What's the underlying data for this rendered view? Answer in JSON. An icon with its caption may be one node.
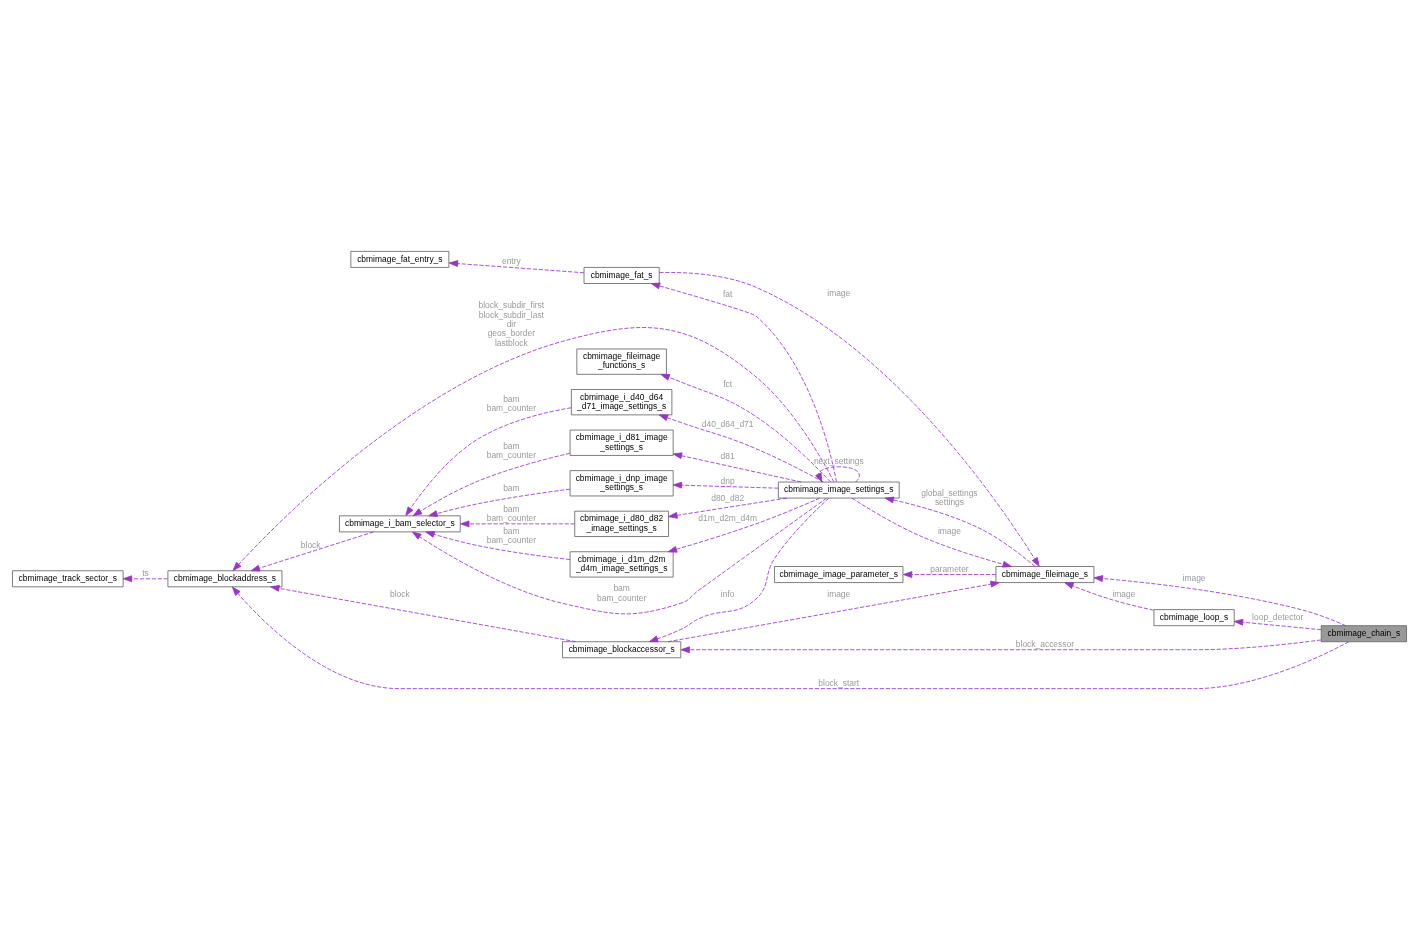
{
  "diagram": {
    "nodes": [
      {
        "text": [
          "cbmimage_chain_s"
        ]
      },
      {
        "text": [
          "cbmimage_image_parameter_s"
        ]
      },
      {
        "text": [
          "cbmimage_loop_s"
        ]
      },
      {
        "text": [
          "cbmimage_fileimage_s"
        ]
      },
      {
        "text": [
          "cbmimage_blockaccessor_s"
        ]
      },
      {
        "text": [
          "cbmimage_track_sector_s"
        ]
      },
      {
        "text": [
          "cbmimage_blockaddress_s"
        ]
      },
      {
        "text": [
          "cbmimage_fat_entry_s"
        ]
      },
      {
        "text": [
          "cbmimage_fileimage _functions_s"
        ]
      },
      {
        "text": [
          "cbmimage_fat_s"
        ]
      },
      {
        "text": [
          "cbmimage_image_settings_s"
        ]
      },
      {
        "text": [
          "cbmimage_i_d40_d64 _d71_image_settings_s"
        ]
      },
      {
        "text": [
          "cbmimage_i_d81_image _settings_s"
        ]
      },
      {
        "text": [
          "cbmimage_i_bam_selector_s"
        ]
      },
      {
        "text": [
          "cbmimage_i_d80_d82 _image_settings_s"
        ]
      },
      {
        "text": [
          "cbmimage_i_d1m_d2m _d4m_image_settings_s"
        ]
      },
      {
        "text": [
          "cbmimage_i_dnp_image _settings_s"
        ]
      }
    ],
    "edges": [
      {
        "from": 0,
        "to": 6,
        "arrow": "to",
        "label": "block_start",
        "style": "dashed"
      },
      {
        "from": 0,
        "to": 3,
        "arrow": "to",
        "label": "image",
        "style": "dashed"
      },
      {
        "from": 0,
        "to": 2,
        "arrow": "to",
        "label": "loop_detector",
        "style": "dashed"
      },
      {
        "from": 0,
        "to": 4,
        "arrow": "to",
        "label": "block_accessor",
        "style": "dashed"
      },
      {
        "from": 3,
        "to": 1,
        "arrow": "to",
        "label": "parameter",
        "style": "dashed"
      },
      {
        "from": 2,
        "to": 3,
        "arrow": "to",
        "label": "image",
        "style": "dashed"
      },
      {
        "from": 10,
        "to": 3,
        "arrow": "to",
        "label": "image",
        "style": "dashed"
      },
      {
        "from": 3,
        "to": 10,
        "arrow": "to",
        "label": "global_settings settings",
        "style": "dashed"
      },
      {
        "from": 4,
        "to": 3,
        "arrow": "to",
        "label": "image",
        "style": "dashed"
      },
      {
        "from": 4,
        "to": 6,
        "arrow": "to",
        "label": "block",
        "style": "dashed"
      },
      {
        "from": 6,
        "to": 5,
        "arrow": "to",
        "label": "ts",
        "style": "dashed"
      },
      {
        "from": 9,
        "to": 3,
        "arrow": "to",
        "label": "image",
        "style": "dashed"
      },
      {
        "from": 9,
        "to": 7,
        "arrow": "to",
        "label": "entry",
        "style": "dashed"
      },
      {
        "from": 10,
        "to": 4,
        "arrow": "to",
        "label": "info",
        "style": "dashed"
      },
      {
        "from": 10,
        "to": 8,
        "arrow": "to",
        "label": "fct",
        "style": "dashed"
      },
      {
        "from": 10,
        "to": 9,
        "arrow": "to",
        "label": "fat",
        "style": "dashed"
      },
      {
        "from": 10,
        "to": 10,
        "arrow": "to",
        "label": "next_settings",
        "style": "dashed"
      },
      {
        "from": 10,
        "to": 6,
        "arrow": "to",
        "label": "block_subdir_first block_subdir_last dir geos_border lastblock",
        "style": "dashed"
      },
      {
        "from": 10,
        "to": 11,
        "arrow": "to",
        "label": "d40_d64_d71",
        "style": "dashed"
      },
      {
        "from": 10,
        "to": 12,
        "arrow": "to",
        "label": "d81",
        "style": "dashed"
      },
      {
        "from": 10,
        "to": 14,
        "arrow": "to",
        "label": "d80_d82",
        "style": "dashed"
      },
      {
        "from": 10,
        "to": 15,
        "arrow": "to",
        "label": "d1m_d2m_d4m",
        "style": "dashed"
      },
      {
        "from": 10,
        "to": 16,
        "arrow": "to",
        "label": "dnp",
        "style": "dashed"
      },
      {
        "from": 10,
        "to": 13,
        "arrow": "to",
        "label": "bam bam_counter",
        "style": "dashed"
      },
      {
        "from": 13,
        "to": 6,
        "arrow": "to",
        "label": "block",
        "style": "dashed"
      },
      {
        "from": 11,
        "to": 13,
        "arrow": "to",
        "label": "bam bam_counter",
        "style": "dashed"
      },
      {
        "from": 12,
        "to": 13,
        "arrow": "to",
        "label": "bam bam_counter",
        "style": "dashed"
      },
      {
        "from": 14,
        "to": 13,
        "arrow": "to",
        "label": "bam bam_counter",
        "style": "dashed"
      },
      {
        "from": 15,
        "to": 13,
        "arrow": "to",
        "label": "bam bam_counter",
        "style": "dashed"
      },
      {
        "from": 16,
        "to": 13,
        "arrow": "to",
        "label": "bam",
        "style": "dashed"
      }
    ]
  }
}
